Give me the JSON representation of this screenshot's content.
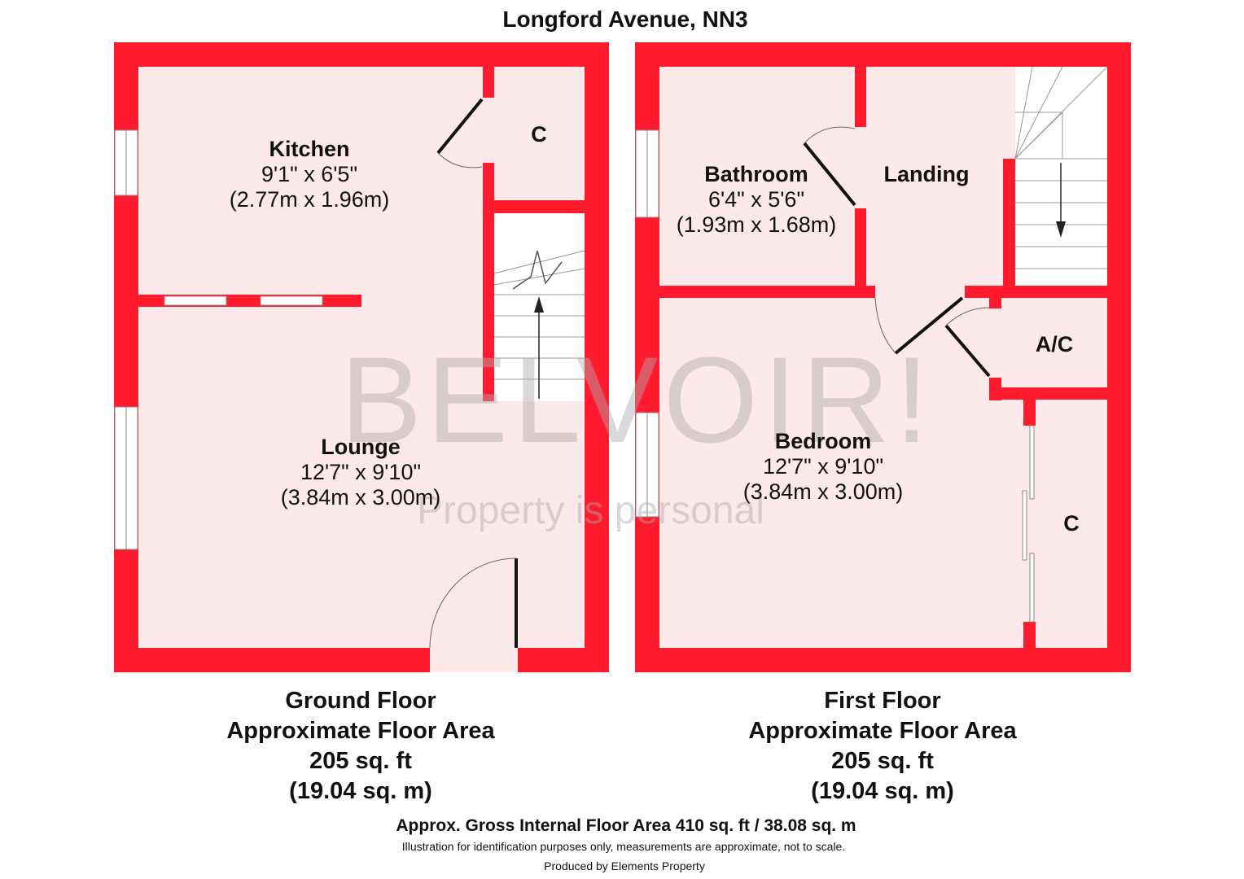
{
  "title": "Longford Avenue, NN3",
  "watermark": {
    "brand": "BELVOIR!",
    "tagline": "Property is personal"
  },
  "colors": {
    "wall": "#ff1a2e",
    "room_fill": "#fde8ea",
    "stair_fill": "#ffffff",
    "window_fill": "#ffffff"
  },
  "ground_floor": {
    "rooms": [
      {
        "name": "Kitchen",
        "imperial": "9'1\" x 6'5\"",
        "metric": "(2.77m x 1.96m)"
      },
      {
        "name": "Lounge",
        "imperial": "12'7\" x 9'10\"",
        "metric": "(3.84m x 3.00m)"
      }
    ],
    "closet_label": "C",
    "caption": {
      "name": "Ground Floor",
      "area_label": "Approximate Floor Area",
      "sqft": "205 sq. ft",
      "sqm": "(19.04 sq. m)"
    }
  },
  "first_floor": {
    "rooms": [
      {
        "name": "Bathroom",
        "imperial": "6'4\" x 5'6\"",
        "metric": "(1.93m x 1.68m)"
      },
      {
        "name": "Landing"
      },
      {
        "name": "Bedroom",
        "imperial": "12'7\" x 9'10\"",
        "metric": "(3.84m x 3.00m)"
      }
    ],
    "airing_cupboard_label": "A/C",
    "closet_label": "C",
    "caption": {
      "name": "First Floor",
      "area_label": "Approximate Floor Area",
      "sqft": "205 sq. ft",
      "sqm": "(19.04 sq. m)"
    }
  },
  "footer": {
    "gross": "Approx. Gross Internal Floor Area 410 sq. ft / 38.08 sq. m",
    "disclaimer": "Illustration for identification purposes only, measurements are approximate, not to scale.",
    "producer": "Produced by Elements Property"
  }
}
